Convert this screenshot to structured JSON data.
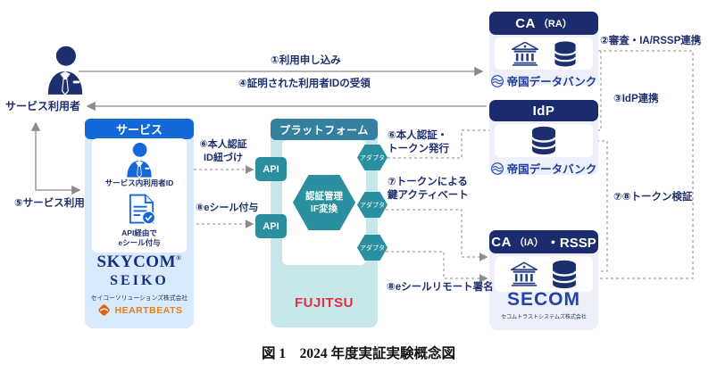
{
  "colors": {
    "navy_header": "#1b2b6d",
    "label_navy": "#1d2f6e",
    "service_blue": "#1467d6",
    "service_body": "#d8eafc",
    "platform_teal": "#35809e",
    "platform_body": "#c8e7ea",
    "hex_teal": "#2a8f9e",
    "box_body": "#edf0fa",
    "arrow_gray": "#8c8c8c",
    "fujitsu_red": "#e23040",
    "secom_blue": "#2244a8",
    "heartbeats_orange": "#e87f1c",
    "tdb_navy": "#1e3a9e"
  },
  "user": {
    "label": "サービス利用者"
  },
  "service": {
    "header": "サービス",
    "person_caption": "サービス内利用者ID",
    "doc_caption_line1": "API経由で",
    "doc_caption_line2": "eシール付与",
    "logo_skycom": "SKYCOM",
    "logo_skycom_reg": "®",
    "logo_seiko": "SEIKO",
    "company": "セイコーソリューションズ株式会社",
    "logo_heartbeats": "HEARTBEATS"
  },
  "platform": {
    "header": "プラットフォーム",
    "api_label": "API",
    "adapter_label": "アダプタ",
    "hex_line1": "認証管理",
    "hex_line2": "IF変換",
    "logo_fujitsu": "FUJITSU"
  },
  "ca_ra": {
    "header_main": "CA",
    "header_sub": "（RA）",
    "logo": "帝国データバンク"
  },
  "idp": {
    "header": "IdP",
    "logo": "帝国データバンク"
  },
  "ca_ia": {
    "header_main": "CA",
    "header_sub": "（IA）",
    "header_tail": "・RSSP",
    "logo": "SECOM",
    "company": "セコムトラストシステムズ株式会社"
  },
  "flows": {
    "f1": "①利用申し込み",
    "f2": "②審査・IA/RSSP連携",
    "f3": "③IdP連携",
    "f4": "④証明された利用者IDの受領",
    "f5": "⑤サービス利用",
    "f6a_line1": "⑥本人認証",
    "f6a_line2": "ID紐づけ",
    "f6b_line1": "⑥本人認証・",
    "f6b_line2": "トークン発行",
    "f7_line1": "⑦トークンによる",
    "f7_line2": "鍵アクティベート",
    "f7f8": "⑦⑧トークン検証",
    "f8a": "⑧eシール付与",
    "f8b": "⑧eシールリモート署名"
  },
  "caption": "図 1　2024 年度実証実験概念図"
}
